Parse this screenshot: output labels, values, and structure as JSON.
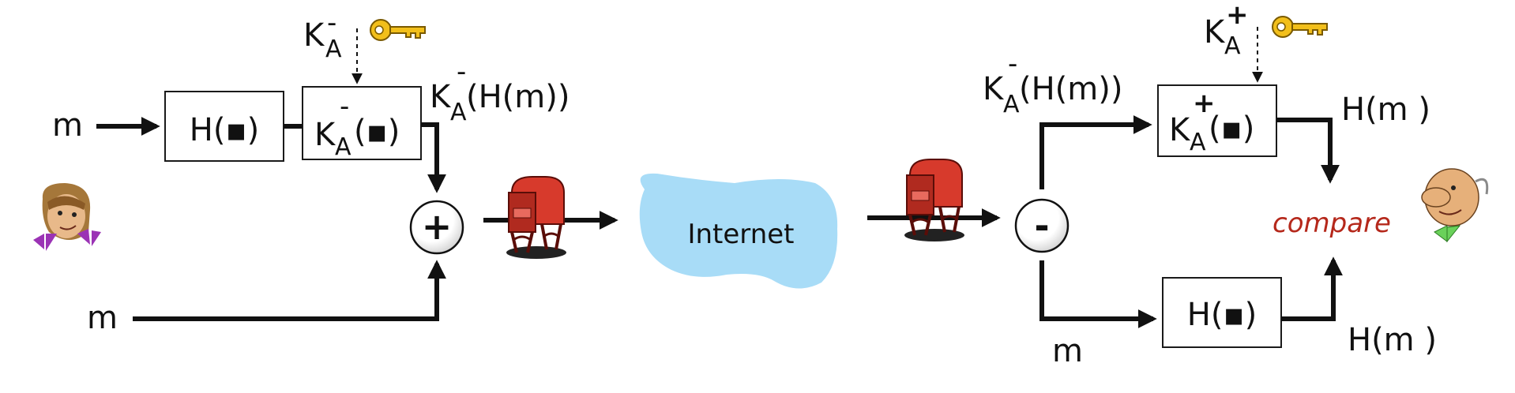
{
  "colors": {
    "cloud": "#a8dcf7",
    "compare": "#b5281b",
    "key": "#f2bf1b",
    "mailbox": "#d73a2c"
  },
  "sender": {
    "input_m": "m",
    "input_m_bottom": "m",
    "hash_box": "H(▪)",
    "sign_key": {
      "base": "K",
      "sub": "A",
      "sup": "-"
    },
    "sign_box": {
      "base": "K",
      "sub": "A",
      "sup": "-",
      "arg": "(▪)"
    },
    "signed_out": {
      "base": "K",
      "sub": "A",
      "sup": "-",
      "arg": "(H(m))"
    },
    "combine_symbol": "+",
    "key_icon": "key-icon",
    "person_icon": "alice-icon",
    "mailbox_icon": "mailbox-icon"
  },
  "network": {
    "label": "Internet"
  },
  "receiver": {
    "split_symbol": "-",
    "signed_in": {
      "base": "K",
      "sub": "A",
      "sup": "-",
      "arg": "(H(m))"
    },
    "verify_key": {
      "base": "K",
      "sub": "A",
      "sup": "+"
    },
    "verify_box": {
      "base": "K",
      "sub": "A",
      "sup": "+",
      "arg": "(▪)"
    },
    "hash_box": "H(▪)",
    "out_top": "H(m )",
    "out_bottom": "H(m )",
    "input_m": "m",
    "compare": "compare",
    "key_icon": "key-icon",
    "person_icon": "bob-icon",
    "mailbox_icon": "mailbox-icon"
  }
}
